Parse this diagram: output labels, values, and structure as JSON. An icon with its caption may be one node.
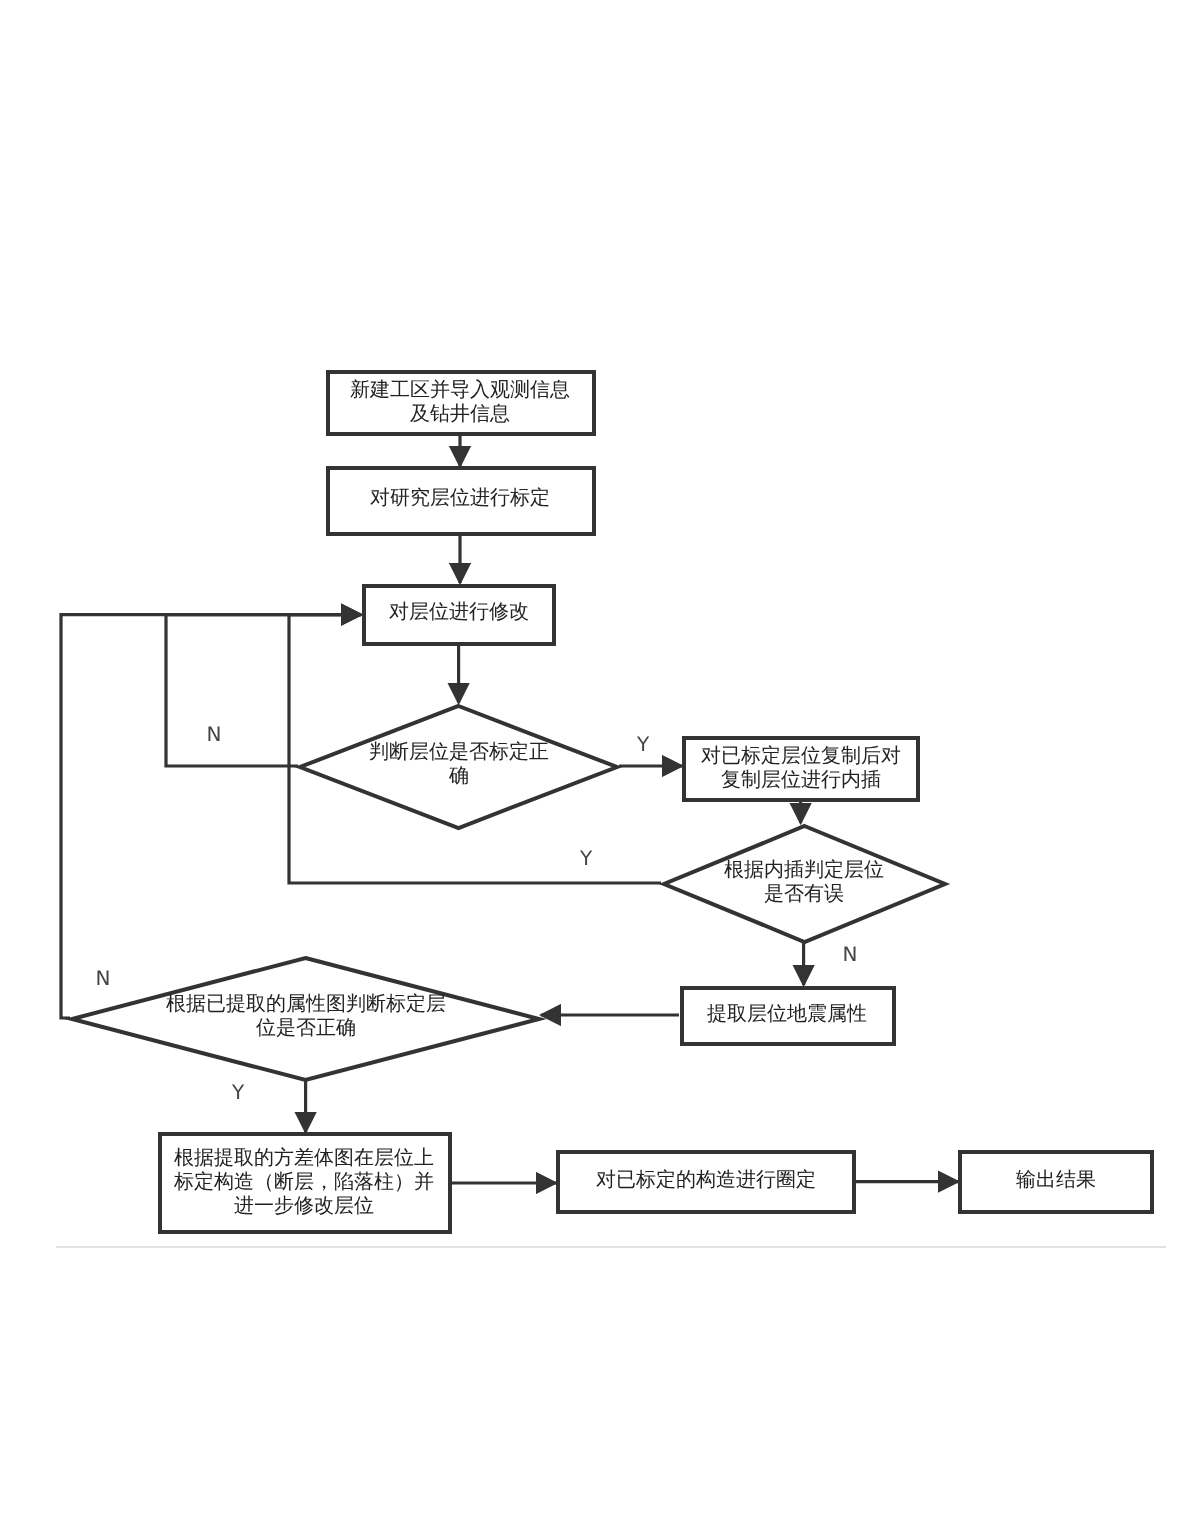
{
  "diagram": {
    "nodes": [
      {
        "text": [
          "新建工区并导入观测信息及钻井信息"
        ]
      },
      {
        "text": [
          "对研究层位进行标定"
        ]
      },
      {
        "text": [
          "对层位进行修改"
        ]
      },
      {
        "text": [
          "判断层位是否标定正确"
        ]
      },
      {
        "text": [
          "对已标定层位复制后对复制层位进行内插"
        ]
      },
      {
        "text": [
          "根据内插判定层位是否有误"
        ]
      },
      {
        "text": [
          "提取层位地震属性"
        ]
      },
      {
        "text": [
          "根据已提取的属性图判断标定层位是否正确"
        ]
      },
      {
        "text": [
          "根据提取的方差体图在层位上标定构造（断层，陷落柱）并进一步修改层位"
        ]
      },
      {
        "text": [
          "对已标定的构造进行圈定"
        ]
      },
      {
        "text": [
          "输出结果"
        ]
      }
    ],
    "edges": [
      {
        "from": 0,
        "to": 1,
        "arrow": "to"
      },
      {
        "from": 1,
        "to": 2,
        "arrow": "to"
      },
      {
        "from": 2,
        "to": 3,
        "arrow": "to"
      },
      {
        "from": 3,
        "to": 4,
        "arrow": "to",
        "label": "Y"
      },
      {
        "from": 3,
        "to": 2,
        "arrow": "to",
        "label": "N"
      },
      {
        "from": 4,
        "to": 5,
        "arrow": "to"
      },
      {
        "from": 5,
        "to": 2,
        "arrow": "to",
        "label": "Y"
      },
      {
        "from": 5,
        "to": 6,
        "arrow": "to",
        "label": "N"
      },
      {
        "from": 6,
        "to": 7,
        "arrow": "to"
      },
      {
        "from": 7,
        "to": 2,
        "arrow": "to",
        "label": "N"
      },
      {
        "from": 7,
        "to": 8,
        "arrow": "to",
        "label": "Y"
      },
      {
        "from": 8,
        "to": 9,
        "arrow": "to"
      },
      {
        "from": 9,
        "to": 10,
        "arrow": "to"
      }
    ]
  }
}
